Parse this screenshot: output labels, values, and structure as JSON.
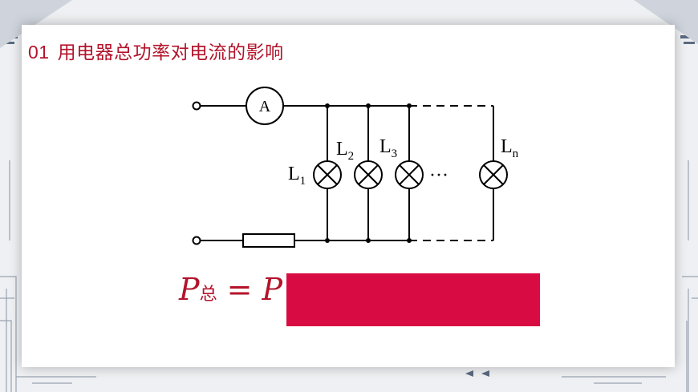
{
  "slide": {
    "title_number": "01",
    "title_text": "用电器总功率对电流的影响"
  },
  "circuit": {
    "ammeter_symbol": "A",
    "lamps": [
      {
        "label": "L",
        "sub": "1"
      },
      {
        "label": "L",
        "sub": "2"
      },
      {
        "label": "L",
        "sub": "3"
      },
      {
        "label": "L",
        "sub": "n"
      }
    ],
    "ellipsis": "···"
  },
  "formula": {
    "lhs": "P",
    "lhs_subscript": "总",
    "operator": "=",
    "rhs_visible": "P"
  },
  "colors": {
    "accent": "#b3142b",
    "mask": "#d80c43",
    "background": "#eef0f3"
  }
}
